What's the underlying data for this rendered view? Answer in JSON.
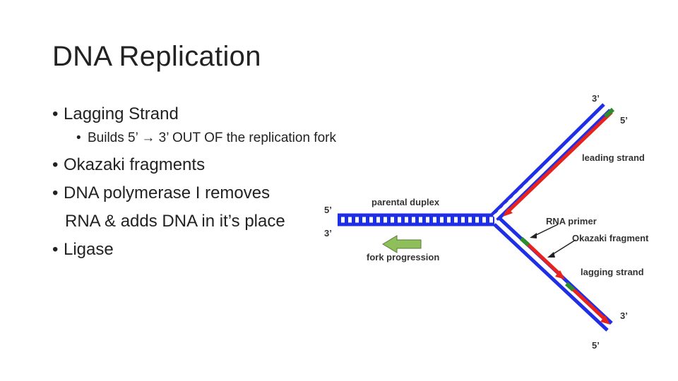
{
  "slide": {
    "title": "DNA Replication",
    "bullets": [
      {
        "text": "Lagging Strand"
      },
      {
        "text": "Builds 5’ → 3’ OUT OF the replication fork"
      },
      {
        "text": "Okazaki fragments"
      },
      {
        "text": "DNA polymerase I removes"
      },
      {
        "text": "RNA & adds DNA in it’s place"
      },
      {
        "text": "Ligase"
      }
    ]
  },
  "diagram": {
    "labels": {
      "parental_duplex": "parental duplex",
      "fork_progression": "fork progression",
      "leading_strand": "leading strand",
      "rna_primer": "RNA primer",
      "okazaki_fragment": "Okazaki fragment",
      "lagging_strand": "lagging strand",
      "five_prime_top": "3’",
      "top_right_5": "5’",
      "left_5": "5’",
      "left_3": "3’",
      "bottom_3": "3’",
      "bottom_5": "5’"
    },
    "colors": {
      "dna_strand": "#1f2fe6",
      "new_strand": "#e8231e",
      "primer": "#2e8b2e",
      "arrow_fill": "#8fbf5a"
    }
  }
}
